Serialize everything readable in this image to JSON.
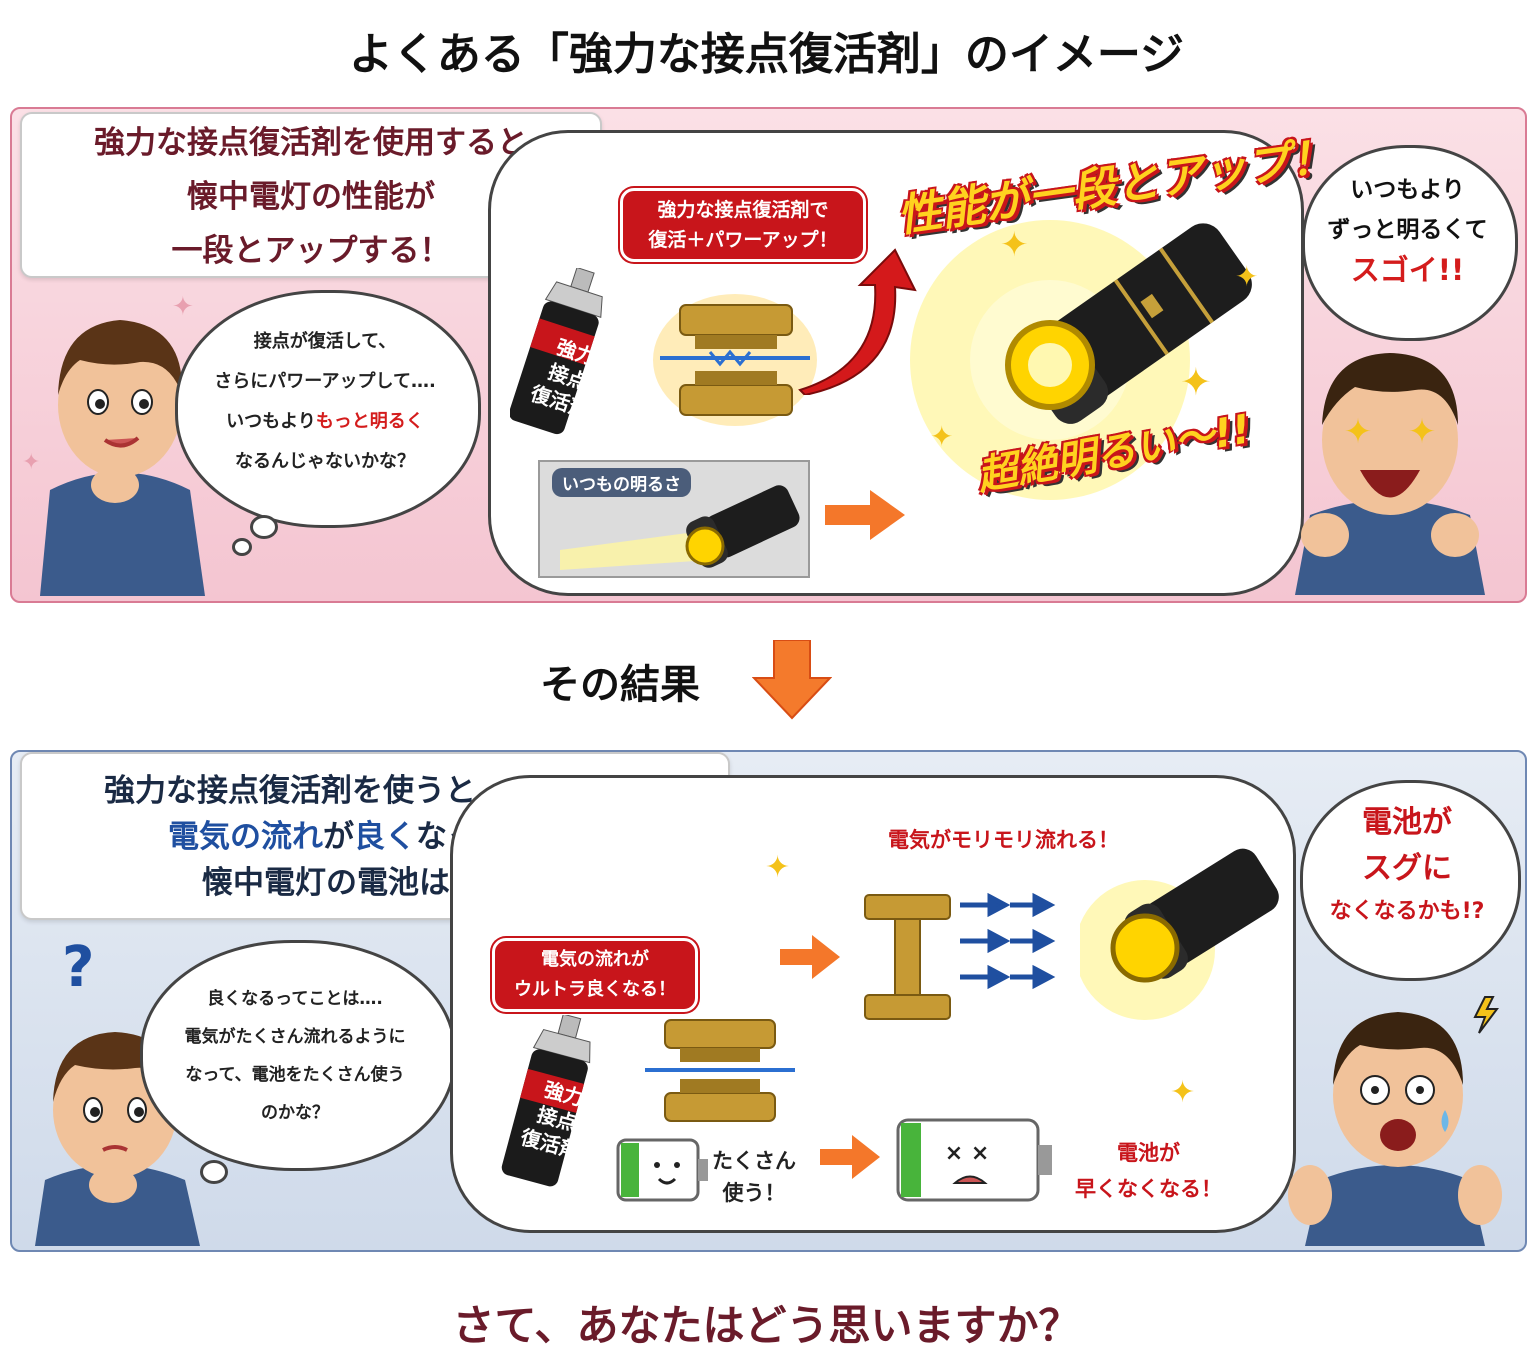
{
  "title": "よくある「強力な接点復活剤」のイメージ",
  "top": {
    "headline": [
      "強力な接点復活剤を使用すると",
      "懐中電灯の性能が",
      "一段とアップする！"
    ],
    "thought_lines": [
      "接点が復活して、",
      "さらにパワーアップして….",
      "いつもより",
      "もっと明るく",
      "なるんじゃないかな？"
    ],
    "spray_tag": [
      "強力な接点復活剤で",
      "復活＋パワーアップ！"
    ],
    "spray_label": [
      "強力",
      "接点",
      "復活剤"
    ],
    "burst_title": "性能が一段とアップ！",
    "burst_bright": "超絶明るい〜!!",
    "usual_label": "いつもの明るさ",
    "right_bubble": [
      "いつもより",
      "ずっと明るくて",
      "スゴイ!!"
    ]
  },
  "mid_label": "その結果",
  "bottom": {
    "headline": [
      "強力な接点復活剤を使うと",
      "電気の流れ",
      "が",
      "良く",
      "なって",
      "懐中電灯の電池は早く消耗する"
    ],
    "question_mark": "?",
    "thought_lines": [
      "良くなるってことは….",
      "電気がたくさん流れるように",
      "なって、電池をたくさん使う",
      "のかな？"
    ],
    "spray_tag": [
      "電気の流れが",
      "ウルトラ良くなる！"
    ],
    "spray_label": [
      "強力",
      "接点",
      "復活剤"
    ],
    "flow_label": "電気がモリモリ流れる！",
    "use_label": [
      "たくさん",
      "使う！"
    ],
    "drain_label": [
      "電池が",
      "早くなくなる！"
    ],
    "right_bubble": [
      "電池が",
      "スグに",
      "なくなるかも!?"
    ]
  },
  "question": "さて、あなたはどう思いますか？"
}
